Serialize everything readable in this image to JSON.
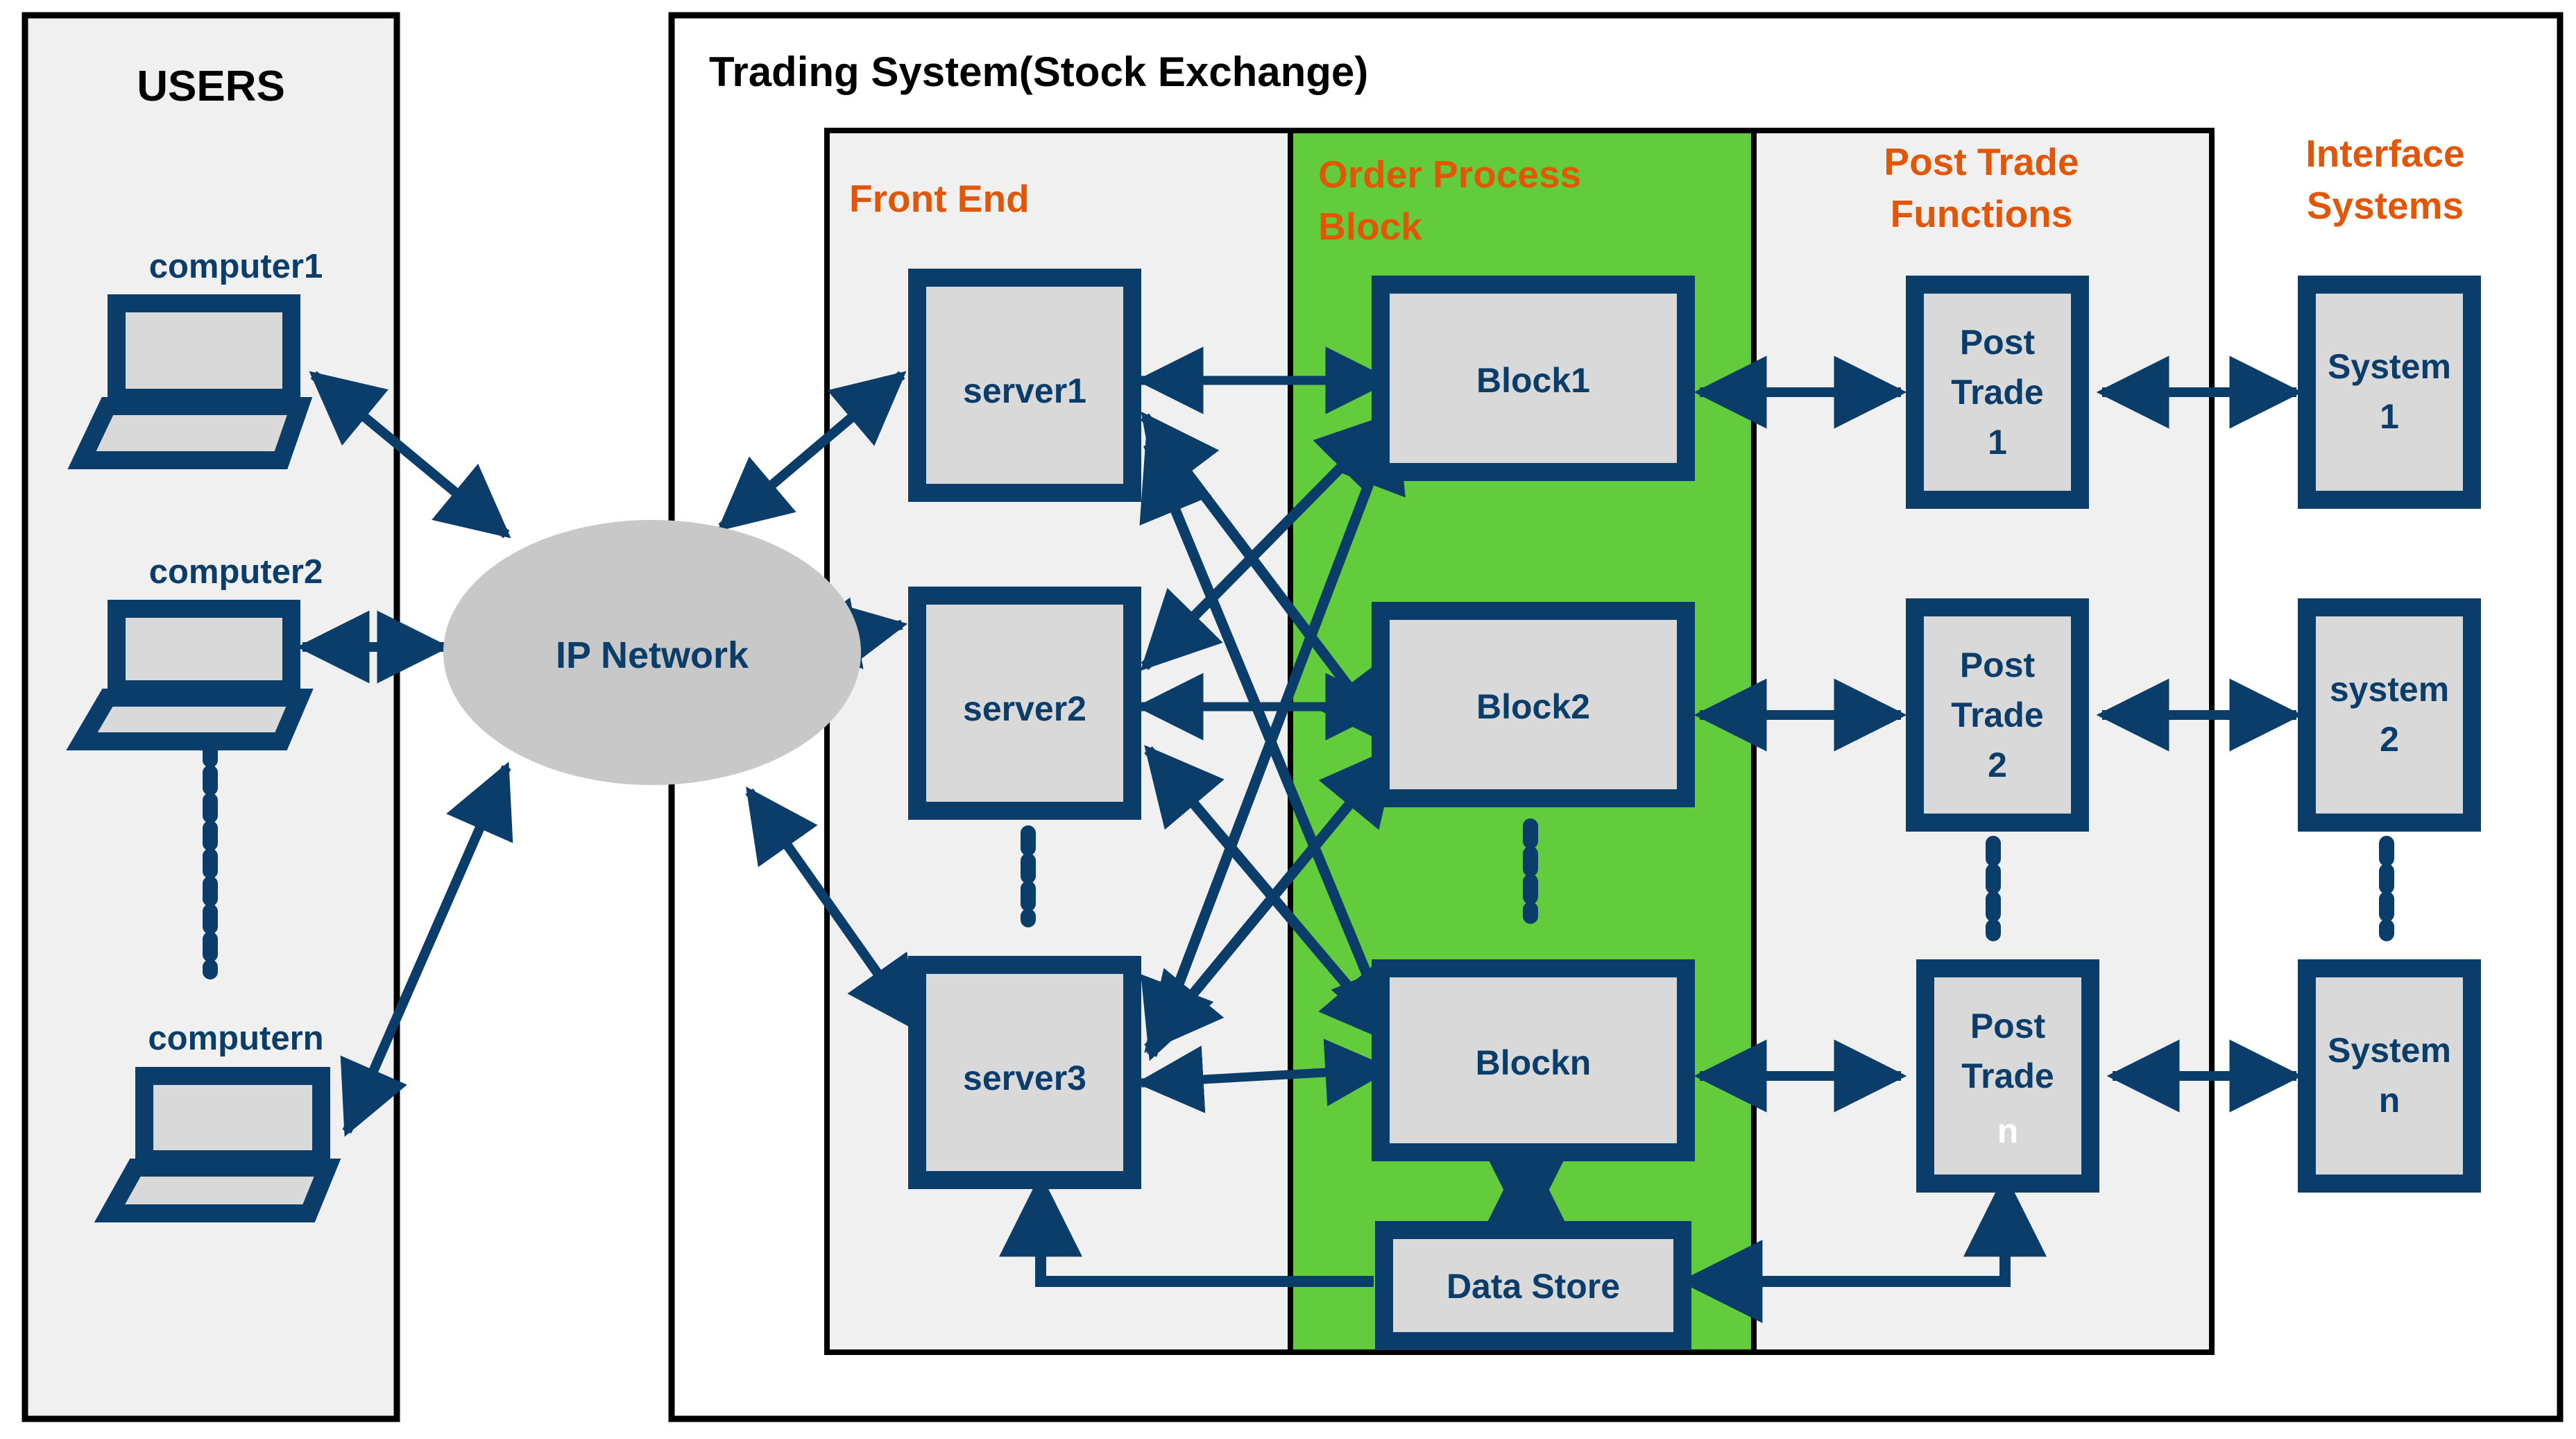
{
  "colors": {
    "navy": "#0B3D6B",
    "orange": "#E25707",
    "green": "#63CC3D",
    "panel_gray": "#F0F0F0",
    "box_fill": "#D9D9D9",
    "ellipse_fill": "#C8C8C8",
    "black": "#000000",
    "white": "#FFFFFF"
  },
  "users_panel": {
    "title": "USERS",
    "computers": [
      {
        "label": "computer1"
      },
      {
        "label": "computer2"
      },
      {
        "label": "computern"
      }
    ],
    "ellipsis_between": "vertical-dashed"
  },
  "network": {
    "label": "IP Network"
  },
  "trading_system": {
    "title": "Trading System(Stock Exchange)",
    "columns": [
      {
        "key": "front_end",
        "title": "Front End",
        "title_lines": [
          "Front End"
        ]
      },
      {
        "key": "order_block",
        "title": "Order Process Block",
        "title_lines": [
          "Order Process",
          "Block"
        ]
      },
      {
        "key": "post_trade",
        "title": "Post Trade Functions",
        "title_lines": [
          "Post Trade",
          "Functions"
        ]
      },
      {
        "key": "interface",
        "title": "Interface Systems",
        "title_lines": [
          "Interface",
          "Systems"
        ]
      }
    ],
    "front_end": {
      "nodes": [
        {
          "label": "server1"
        },
        {
          "label": "server2"
        },
        {
          "label": "server3"
        }
      ]
    },
    "order_block": {
      "nodes": [
        {
          "label": "Block1"
        },
        {
          "label": "Block2"
        },
        {
          "label": "Blockn"
        }
      ],
      "data_store": {
        "label": "Data Store"
      }
    },
    "post_trade": {
      "nodes": [
        {
          "lines": [
            "Post",
            "Trade",
            "1"
          ],
          "accent_last": false
        },
        {
          "lines": [
            "Post",
            "Trade",
            "2"
          ],
          "accent_last": false
        },
        {
          "lines": [
            "Post",
            "Trade",
            "n"
          ],
          "accent_last": true
        }
      ]
    },
    "interface": {
      "nodes": [
        {
          "lines": [
            "System",
            "1"
          ]
        },
        {
          "lines": [
            "system",
            "2"
          ]
        },
        {
          "lines": [
            "System",
            "n"
          ]
        }
      ]
    }
  }
}
